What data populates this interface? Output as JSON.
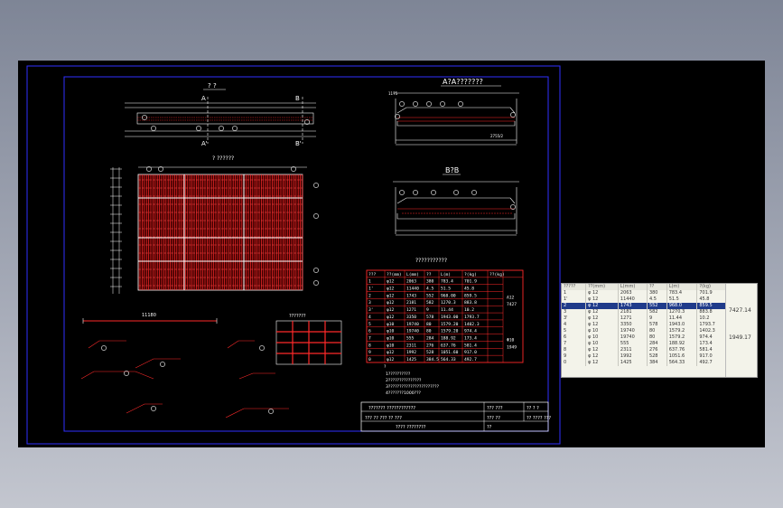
{
  "sections": {
    "plan_view": {
      "title": "? ?",
      "markers": [
        "A",
        "B",
        "A'",
        "B'"
      ]
    },
    "rebar_layout": {
      "title": "? ??????"
    },
    "section_aa": {
      "title": "A?A???????",
      "dims": [
        "1175",
        "8",
        "2755/2"
      ]
    },
    "section_bb": {
      "title": "B?B"
    },
    "detail": {
      "title": "???????",
      "length": "11180"
    }
  },
  "rebar_table": {
    "title": "???????????",
    "headers": [
      "???",
      "??(mm)",
      "L(mm)",
      "??",
      "L(m)",
      "?(kg)",
      "??(kg)"
    ],
    "rows": [
      {
        "id": "1",
        "dia": "φ12",
        "len": "2063",
        "n": "380",
        "total": "783.4",
        "w": "701.9"
      },
      {
        "id": "1'",
        "dia": "φ12",
        "len": "11440",
        "n": "4.5",
        "total": "51.5",
        "w": "45.8"
      },
      {
        "id": "2",
        "dia": "φ12",
        "len": "1743",
        "n": "552",
        "total": "968.00",
        "w": "859.5"
      },
      {
        "id": "3",
        "dia": "φ12",
        "len": "2181",
        "n": "582",
        "total": "1270.3",
        "w": "883.8"
      },
      {
        "id": "3'",
        "dia": "φ12",
        "len": "1271",
        "n": "9",
        "total": "11.44",
        "w": "10.2"
      },
      {
        "id": "4",
        "dia": "φ12",
        "len": "3350",
        "n": "578",
        "total": "1943.00",
        "w": "1793.7"
      },
      {
        "id": "5",
        "dia": "φ10",
        "len": "19740",
        "n": "80",
        "total": "1579.20",
        "w": "1402.3"
      },
      {
        "id": "6",
        "dia": "φ10",
        "len": "19740",
        "n": "80",
        "total": "1579.20",
        "w": "974.4"
      },
      {
        "id": "7",
        "dia": "φ10",
        "len": "555",
        "n": "284",
        "total": "188.92",
        "w": "173.4"
      },
      {
        "id": "8",
        "dia": "φ10",
        "len": "2311",
        "n": "276",
        "total": "637.76",
        "w": "581.4"
      },
      {
        "id": "9",
        "dia": "φ12",
        "len": "1992",
        "n": "528",
        "total": "1051.60",
        "w": "917.0"
      },
      {
        "id": "0",
        "dia": "φ12",
        "len": "1425",
        "n": "384.5",
        "total": "564.33",
        "w": "492.7"
      }
    ],
    "subtotals": [
      "A12",
      "7427",
      "Φ10",
      "1949"
    ]
  },
  "notes": {
    "head": "?",
    "lines": [
      "1??????????",
      "2???????????????",
      "3???????????????????????",
      "4???????1000???"
    ]
  },
  "title_block": {
    "row1": [
      "??????? ????????????",
      "??? ???",
      "??  ? ?"
    ],
    "row2": [
      "???  ?? ??? ?? ???",
      "??? ??",
      "?? ???? ???"
    ],
    "row3": [
      "???? ????????",
      "??"
    ]
  },
  "side_table": {
    "headers": [
      "?????",
      "??(mm)",
      "L(mm)",
      "??",
      "L(m)",
      "?(kg)"
    ],
    "rows": [
      [
        "1",
        "φ 12",
        "2063",
        "380",
        "783.4",
        "701.9"
      ],
      [
        "1'",
        "φ 12",
        "11440",
        "4.5",
        "51.5",
        "45.8"
      ],
      [
        "2",
        "φ 12",
        "1743",
        "552",
        "968.0",
        "859.5"
      ],
      [
        "3",
        "φ 12",
        "2181",
        "582",
        "1270.3",
        "883.8"
      ],
      [
        "3'",
        "φ 12",
        "1271",
        "9",
        "11.44",
        "10.2"
      ],
      [
        "4",
        "φ 12",
        "3350",
        "578",
        "1943.0",
        "1793.7"
      ],
      [
        "5",
        "φ 10",
        "19740",
        "80",
        "1579.2",
        "1402.3"
      ],
      [
        "6",
        "φ 10",
        "19740",
        "80",
        "1579.2",
        "974.4"
      ],
      [
        "7",
        "φ 10",
        "555",
        "284",
        "188.92",
        "173.4"
      ],
      [
        "8",
        "φ 12",
        "2311",
        "276",
        "637.76",
        "581.4"
      ],
      [
        "9",
        "φ 12",
        "1992",
        "528",
        "1051.6",
        "917.0"
      ],
      [
        "0",
        "φ 12",
        "1425",
        "384",
        "564.33",
        "492.7"
      ]
    ],
    "totals": [
      "7427.14",
      "1949.17"
    ],
    "selected_row": 2
  },
  "colors": {
    "frame": "#2f2fff",
    "line": "#ffffff",
    "rebar": "#ff2a2a",
    "accent": "#ffff33",
    "background": "#000000"
  }
}
